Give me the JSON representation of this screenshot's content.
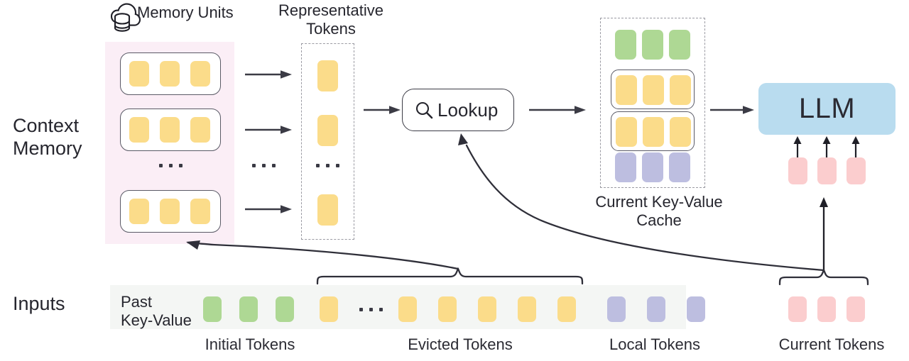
{
  "diagram": {
    "title": "Context Memory LLM inference diagram",
    "row_labels": {
      "context_memory": "Context\nMemory",
      "inputs": "Inputs"
    },
    "memory_units": {
      "heading": "Memory Units",
      "icon": "cloud-database-icon",
      "panel_color": "#fbeef6",
      "units": [
        {
          "tokens": [
            "yellow",
            "yellow",
            "yellow"
          ]
        },
        {
          "tokens": [
            "yellow",
            "yellow",
            "yellow"
          ]
        },
        {
          "tokens": [
            "yellow",
            "yellow",
            "yellow"
          ]
        }
      ],
      "ellipsis": "..."
    },
    "representative_tokens": {
      "heading": "Representative\nTokens",
      "tokens": [
        "yellow",
        "yellow",
        "yellow"
      ],
      "ellipsis": "..."
    },
    "lookup": {
      "label": "Lookup",
      "icon": "magnifier-icon"
    },
    "kv_cache": {
      "caption": "Current Key-Value\nCache",
      "rows": [
        {
          "kind": "plain",
          "tokens": [
            "green",
            "green",
            "green"
          ]
        },
        {
          "kind": "unit",
          "tokens": [
            "yellow",
            "yellow",
            "yellow"
          ]
        },
        {
          "kind": "unit",
          "tokens": [
            "yellow",
            "yellow",
            "yellow"
          ]
        },
        {
          "kind": "plain",
          "tokens": [
            "purple",
            "purple",
            "purple"
          ]
        }
      ]
    },
    "llm": {
      "label": "LLM",
      "box_color": "#b9dcef",
      "input_tokens": [
        "pink",
        "pink",
        "pink"
      ]
    },
    "inputs": {
      "past_key_value_label": "Past\nKey-Value",
      "strip_color": "#f4f6f4",
      "sequence": [
        {
          "color": "green",
          "group": "initial"
        },
        {
          "color": "green",
          "group": "initial"
        },
        {
          "color": "green",
          "group": "initial"
        },
        {
          "color": "yellow",
          "group": "evicted"
        },
        {
          "color": "ellipsis",
          "group": "evicted"
        },
        {
          "color": "yellow",
          "group": "evicted"
        },
        {
          "color": "yellow",
          "group": "evicted"
        },
        {
          "color": "yellow",
          "group": "evicted"
        },
        {
          "color": "yellow",
          "group": "evicted"
        },
        {
          "color": "yellow",
          "group": "evicted"
        },
        {
          "color": "purple",
          "group": "local"
        },
        {
          "color": "purple",
          "group": "local"
        },
        {
          "color": "purple",
          "group": "local"
        }
      ],
      "current_tokens": [
        "pink",
        "pink",
        "pink"
      ],
      "captions": {
        "initial": "Initial Tokens",
        "evicted": "Evicted Tokens",
        "local": "Local Tokens",
        "current": "Current Tokens"
      },
      "ellipsis": "..."
    },
    "palette": {
      "green": "#aed894",
      "yellow": "#fbdc8a",
      "purple": "#bdbee0",
      "pink": "#fbcdce",
      "blue": "#b9dcef",
      "pink_panel": "#fbeef6",
      "grey_strip": "#f4f6f4",
      "stroke": "#3b3b45",
      "dashed_stroke": "#9a9aa2"
    }
  }
}
